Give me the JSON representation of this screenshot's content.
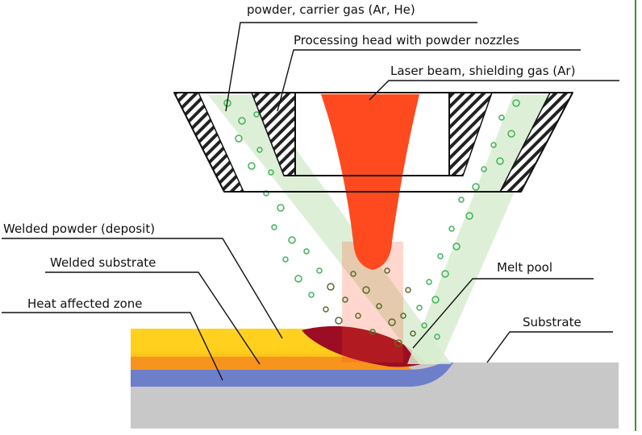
{
  "labels": {
    "powder_gas": "powder, carrier gas (Ar, He)",
    "processing_head": "Processing head with powder nozzles",
    "laser_beam": "Laser beam, shielding gas (Ar)",
    "welded_powder": "Welded powder (deposit)",
    "welded_substrate": "Welded substrate",
    "heat_affected_zone": "Heat affected zone",
    "melt_pool": "Melt pool",
    "substrate": "Substrate"
  },
  "colors": {
    "laser": "#ff4a1f",
    "powder_stream": "#d8ecd0",
    "particle": "#3fb356",
    "deposit_yellow": "#ffd21f",
    "welded_substrate_orange": "#f7941d",
    "heat_affected_blue": "#6d7fc9",
    "melt_pool": "#9b0d22",
    "substrate_gray": "#c8c8c8",
    "outline": "#111111",
    "right_border": "#3f8f3f"
  }
}
